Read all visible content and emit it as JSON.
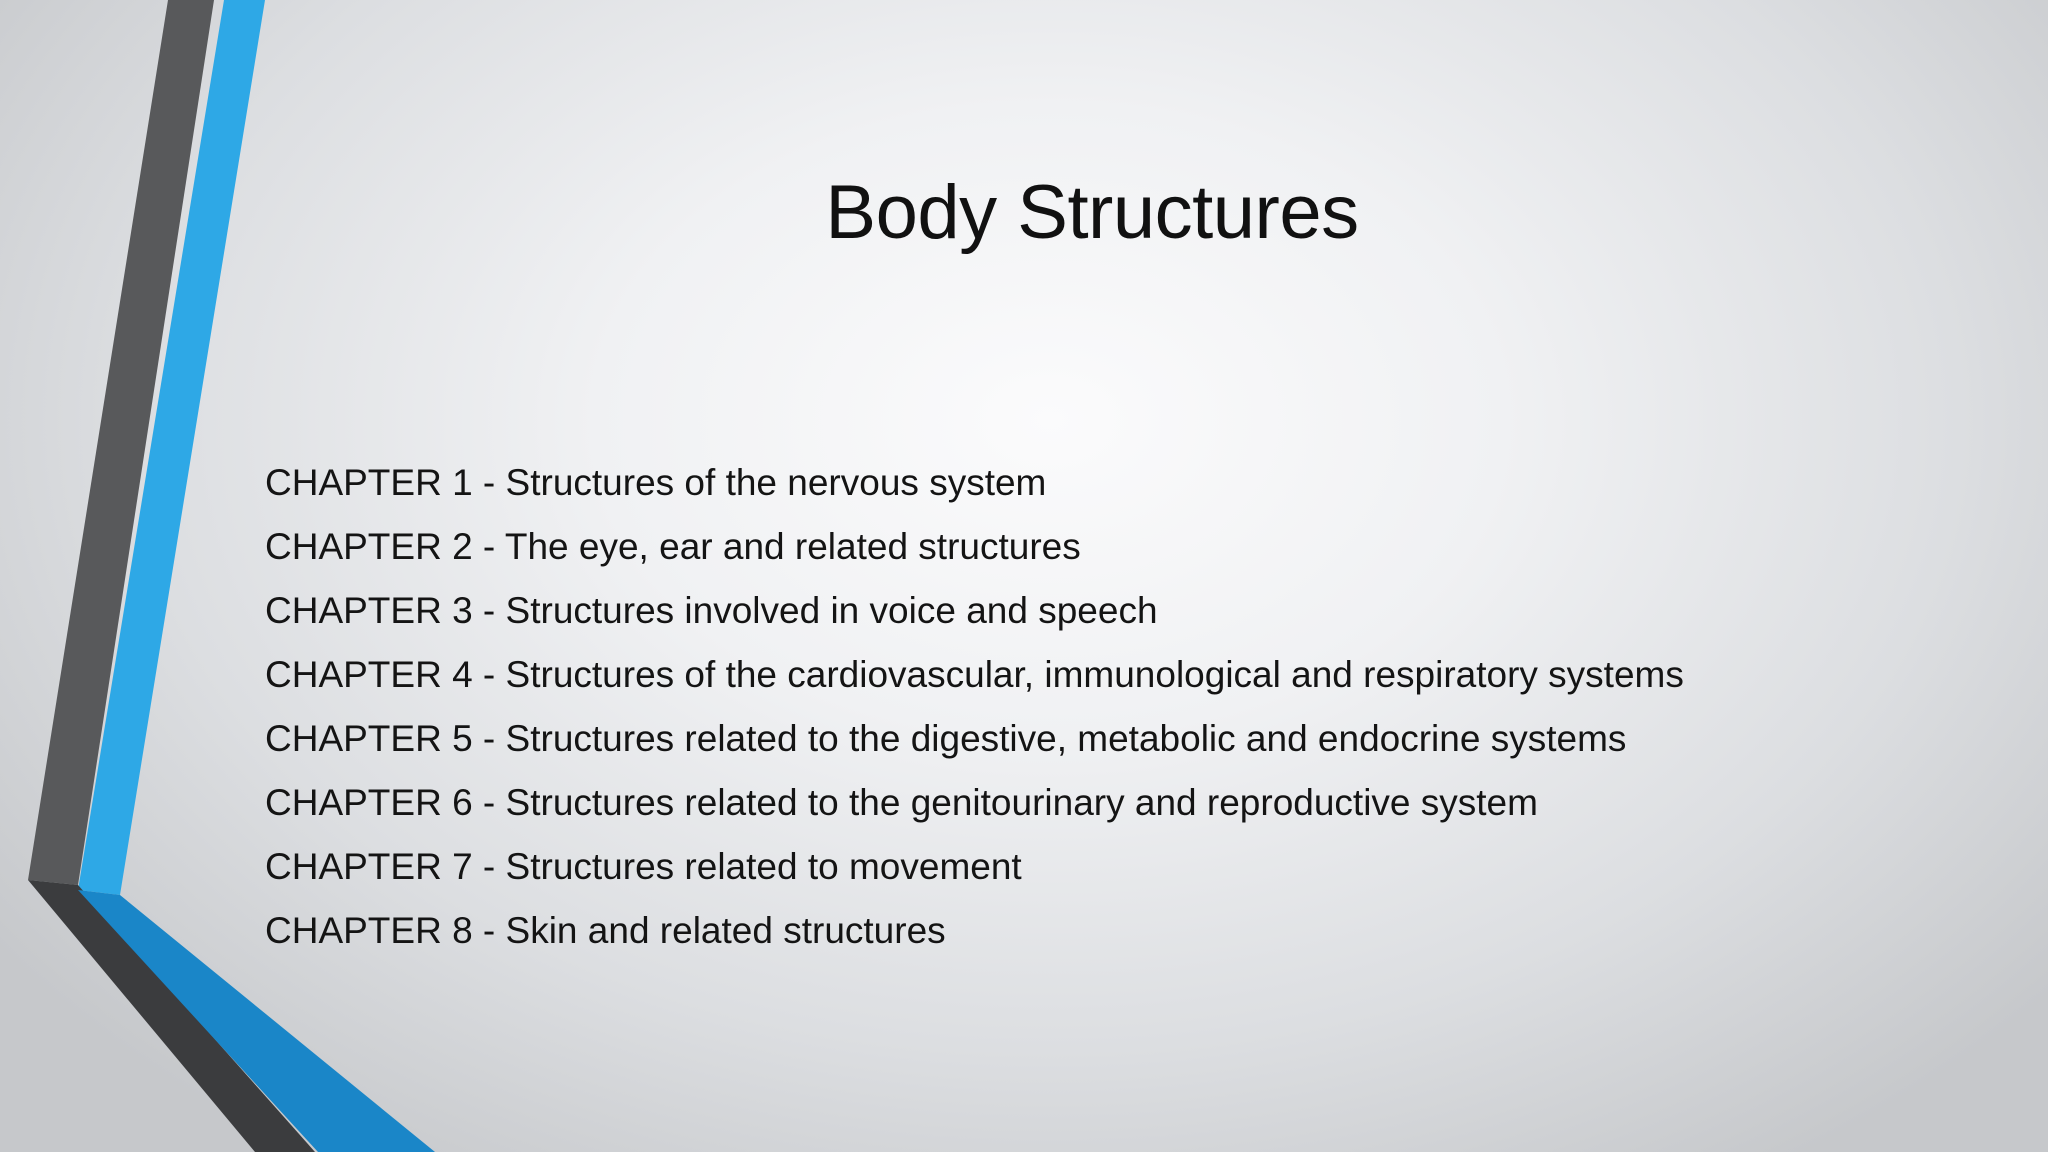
{
  "slide": {
    "title": "Body Structures",
    "chapters": [
      "CHAPTER 1 - Structures of the nervous system",
      "CHAPTER 2 - The eye, ear and related structures",
      "CHAPTER 3 - Structures involved in voice and speech",
      "CHAPTER 4 - Structures of the cardiovascular, immunological and respiratory systems",
      "CHAPTER 5 - Structures related to the digestive, metabolic and endocrine systems",
      "CHAPTER 6 - Structures related to the genitourinary and reproductive system",
      "CHAPTER 7 - Structures related to movement",
      "CHAPTER 8 - Skin and related structures"
    ]
  },
  "colors": {
    "accent_blue": "#2ea8e6",
    "accent_blue_dark": "#1a86c8",
    "stripe_gray": "#58595b",
    "stripe_dark": "#3b3c3e",
    "text": "#141414"
  }
}
